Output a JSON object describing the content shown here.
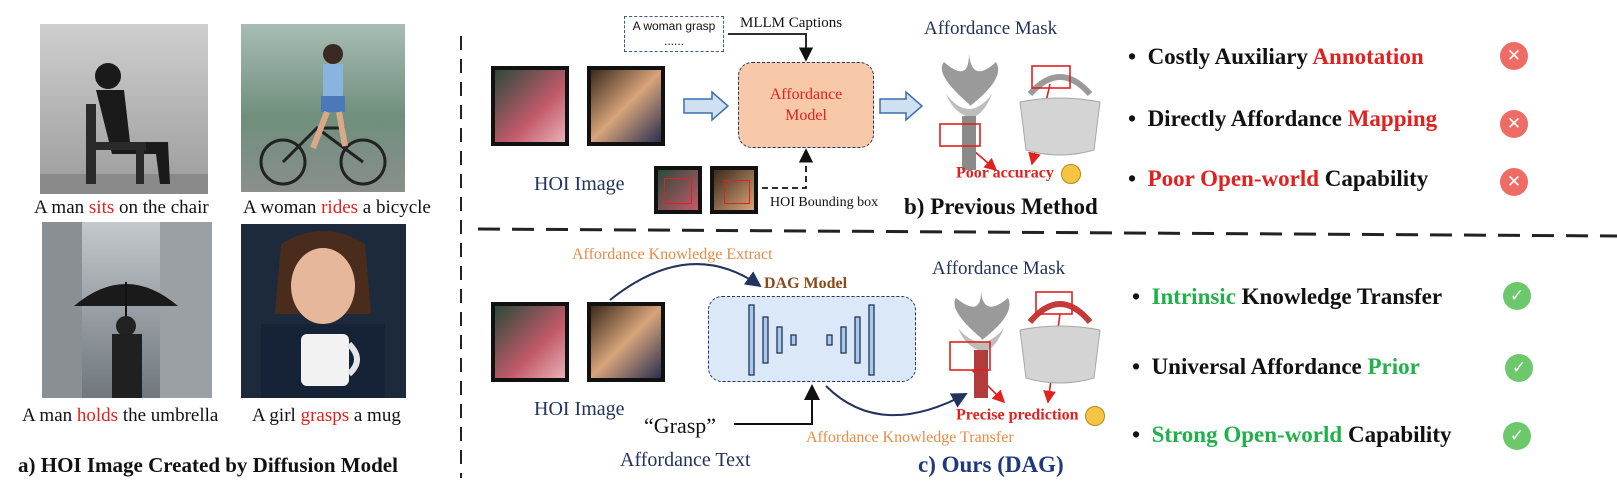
{
  "panel_a": {
    "captions": [
      {
        "pre": "A man ",
        "verb": "sits",
        "post": " on the chair"
      },
      {
        "pre": "A woman ",
        "verb": "rides",
        "post": " a bicycle"
      },
      {
        "pre": "A man ",
        "verb": "holds",
        "post": " the umbrella"
      },
      {
        "pre": "A girl ",
        "verb": "grasps",
        "post": " a mug"
      }
    ],
    "title": "a)   HOI Image Created by Diffusion Model"
  },
  "panel_b": {
    "caption_box": "A woman grasp ......",
    "mllm_label": "MLLM Captions",
    "model_label": "Affordance Model",
    "mask_label": "Affordance Mask",
    "hoi_image_label": "HOI Image",
    "bbox_label": "HOI Bounding box",
    "poor_accuracy": "Poor accuracy",
    "title": "b) Previous Method",
    "points": [
      {
        "pre": "Costly Auxiliary ",
        "hl": "Annotation",
        "post": ""
      },
      {
        "pre": "Directly Affordance ",
        "hl": "Mapping",
        "post": ""
      },
      {
        "pre": "",
        "hl": "Poor Open-world",
        "post": " Capability"
      }
    ],
    "point_icon": "cross-icon"
  },
  "panel_c": {
    "extract_label": "Affordance Knowledge Extract",
    "dag_label": "DAG Model",
    "mask_label": "Affordance Mask",
    "hoi_image_label": "HOI Image",
    "grasp_text": "“Grasp”",
    "text_label": "Affordance Text",
    "transfer_label": "Affordance Knowledge Transfer",
    "precise": "Precise prediction",
    "title": "c) Ours (DAG)",
    "points": [
      {
        "pre": "",
        "hl": "Intrinsic",
        "post": " Knowledge Transfer"
      },
      {
        "pre": "Universal Affordance ",
        "hl": "Prior",
        "post": ""
      },
      {
        "pre": "",
        "hl": "Strong Open-world",
        "post": " Capability"
      }
    ],
    "point_icon": "check-icon"
  },
  "colors": {
    "red": "#e0211f",
    "green": "#22b04b",
    "navy": "#22345e",
    "orange": "#e98a45",
    "model_fill": "#f7c9a8",
    "dag_fill": "#dbe8f8"
  }
}
